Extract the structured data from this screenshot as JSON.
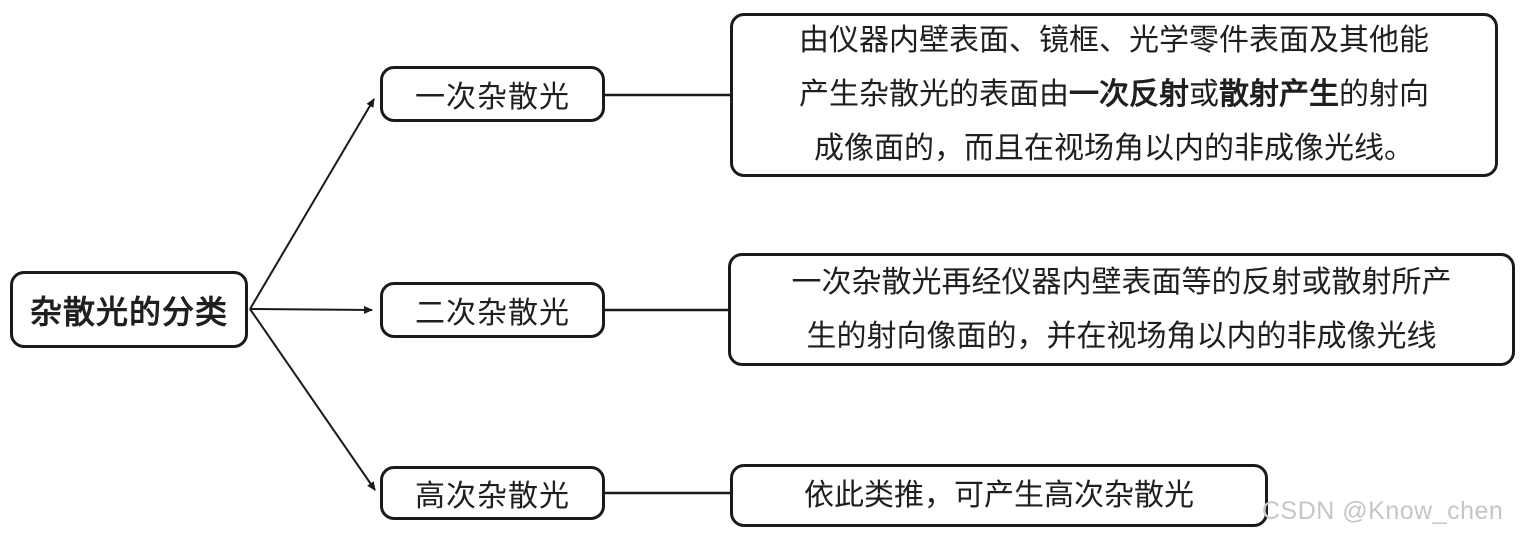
{
  "colors": {
    "background": "#ffffff",
    "line": "#1a1a1a",
    "text": "#1f1f1f",
    "watermark_text": "#c6c6c6"
  },
  "diagram": {
    "root_label": "杂散光的分类",
    "branches": [
      {
        "label": "一次杂散光",
        "desc": {
          "line1": "由仪器内壁表面、镜框、光学零件表面及其他能",
          "line2": {
            "pre": "产生杂散光的表面由",
            "bold1": "一次反射",
            "mid": "或",
            "bold2": "散射产生",
            "post": "的射向"
          },
          "line3": "成像面的，而且在视场角以内的非成像光线。"
        }
      },
      {
        "label": "二次杂散光",
        "desc": {
          "line1": "一次杂散光再经仪器内壁表面等的反射或散射所产",
          "line2": "生的射向像面的，并在视场角以内的非成像光线"
        }
      },
      {
        "label": "高次杂散光",
        "desc": {
          "line1": "依此类推，可产生高次杂散光"
        }
      }
    ]
  },
  "watermark": "CSDN @Know_chen"
}
